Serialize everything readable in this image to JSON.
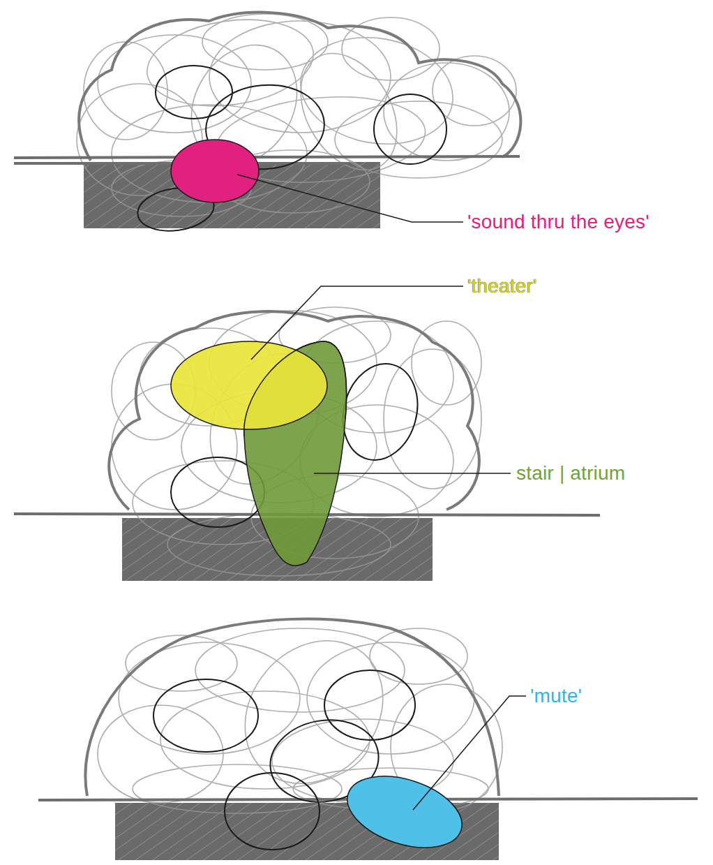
{
  "diagram": {
    "labels": [
      "'sound thru the eyes'",
      "'theater'",
      "stair | atrium",
      "'mute'"
    ]
  }
}
